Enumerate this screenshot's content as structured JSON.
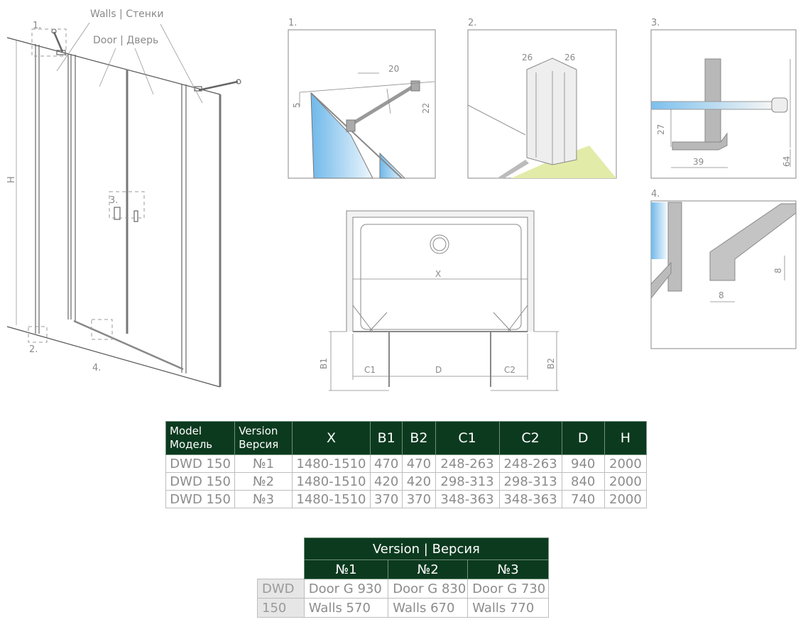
{
  "overview": {
    "walls_label": "Walls | Стенки",
    "door_label": "Door | Дверь",
    "height_label": "H",
    "callouts": [
      "1.",
      "2.",
      "3.",
      "4."
    ]
  },
  "detail1": {
    "label": "1.",
    "dims": [
      "20",
      "5",
      "22"
    ]
  },
  "detail2": {
    "label": "2.",
    "dims": [
      "26",
      "26"
    ]
  },
  "detail3": {
    "label": "3.",
    "dims": [
      "27",
      "39",
      "64"
    ]
  },
  "detail4": {
    "label": "4.",
    "dims": [
      "8",
      "8"
    ]
  },
  "plan": {
    "x_label": "X",
    "b1": "B1",
    "b2": "B2",
    "c1": "C1",
    "c2": "C2",
    "d": "D"
  },
  "dimensions_table": {
    "headers": [
      {
        "l1": "Model",
        "l2": "Модель"
      },
      {
        "l1": "Version",
        "l2": "Версия"
      },
      "X",
      "B1",
      "B2",
      "C1",
      "C2",
      "D",
      "H"
    ],
    "rows": [
      [
        "DWD 150",
        "№1",
        "1480-1510",
        "470",
        "470",
        "248-263",
        "248-263",
        "940",
        "2000"
      ],
      [
        "DWD 150",
        "№2",
        "1480-1510",
        "420",
        "420",
        "298-313",
        "298-313",
        "840",
        "2000"
      ],
      [
        "DWD 150",
        "№3",
        "1480-1510",
        "370",
        "370",
        "348-363",
        "348-363",
        "740",
        "2000"
      ]
    ]
  },
  "version_table": {
    "title": "Version | Версия",
    "versions": [
      "№1",
      "№2",
      "№3"
    ],
    "model_l1": "DWD",
    "model_l2": "150",
    "doors": [
      "Door G 930",
      "Door G 830",
      "Door G 730"
    ],
    "walls": [
      "Walls 570",
      "Walls 670",
      "Walls 770"
    ]
  },
  "colors": {
    "header_green": "#0c3a1f",
    "glass_blue": "#8cc8ee",
    "floor_green": "#e3eba8"
  }
}
